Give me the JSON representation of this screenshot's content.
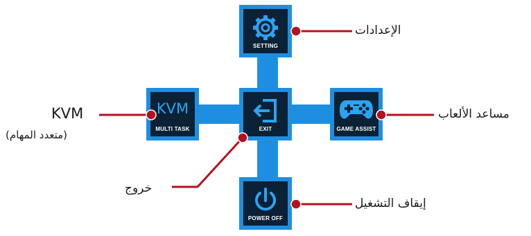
{
  "tiles": {
    "setting": {
      "caption": "SETTING",
      "icon": "gear-icon"
    },
    "kvm": {
      "main": "KVM",
      "caption": "MULTI TASK"
    },
    "exit": {
      "caption": "EXIT",
      "icon": "exit-icon"
    },
    "game_assist": {
      "caption": "GAME ASSIST",
      "icon": "gamepad-icon"
    },
    "power_off": {
      "caption": "POWER OFF",
      "icon": "power-icon"
    }
  },
  "callouts": {
    "setting": "الإعدادات",
    "kvm_title": "KVM",
    "kvm_sub": "(متعدد المهام)",
    "exit": "خروج",
    "game_assist": "مساعد الألعاب",
    "power_off": "إيقاف التشغيل"
  },
  "colors": {
    "tile_bg": "#0b2135",
    "tile_border": "#1e8fe0",
    "callout_line": "#b3121f"
  }
}
